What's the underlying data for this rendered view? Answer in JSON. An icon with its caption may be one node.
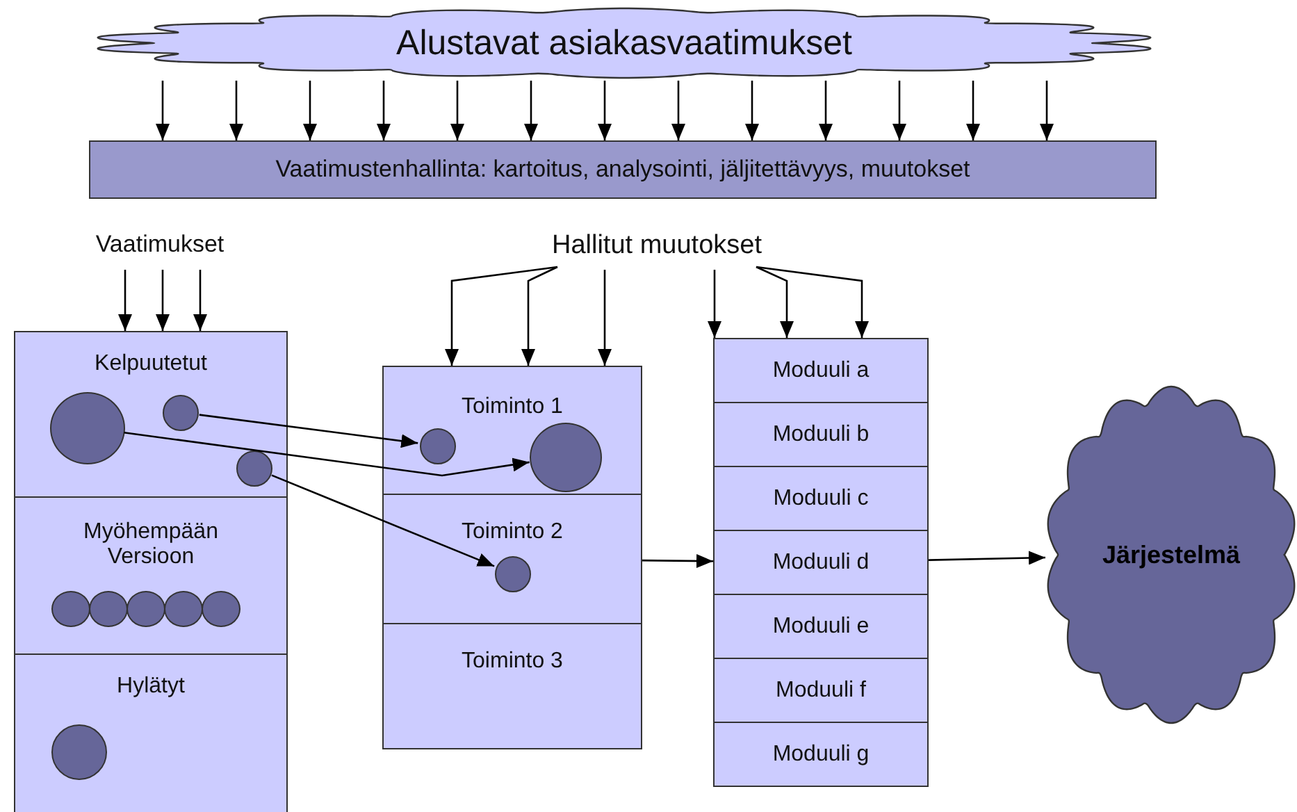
{
  "diagram": {
    "nodes": [
      {
        "text": [
          "Alustavat asiakasvaatimukset"
        ]
      },
      {
        "text": [
          "Vaatimustenhallinta: kartoitus, analysointi, jäljitettävyys, muutokset"
        ]
      },
      {
        "text": [
          "Vaatimukset"
        ]
      },
      {
        "text": [
          "Hallitut muutokset"
        ]
      },
      {
        "text": [
          "Kelpuutetut"
        ]
      },
      {
        "text": [],
        "shape": "circle",
        "in": 4
      },
      {
        "text": [],
        "shape": "circle",
        "in": 4
      },
      {
        "text": [],
        "shape": "circle",
        "in": 4
      },
      {
        "text": [
          "Myöhempään Versioon"
        ]
      },
      {
        "text": [],
        "shape": "circle",
        "in": 8
      },
      {
        "text": [],
        "shape": "circle",
        "in": 8
      },
      {
        "text": [],
        "shape": "circle",
        "in": 8
      },
      {
        "text": [],
        "shape": "circle",
        "in": 8
      },
      {
        "text": [],
        "shape": "circle",
        "in": 8
      },
      {
        "text": [
          "Hylätyt"
        ]
      },
      {
        "text": [],
        "shape": "circle",
        "in": 14
      },
      {
        "text": [
          "Toiminto 1"
        ]
      },
      {
        "text": [],
        "shape": "circle",
        "in": 16
      },
      {
        "text": [],
        "shape": "circle",
        "in": 16
      },
      {
        "text": [
          "Toiminto 2"
        ]
      },
      {
        "text": [],
        "shape": "circle",
        "in": 19
      },
      {
        "text": [
          "Toiminto 3"
        ]
      },
      {
        "text": [
          "Moduuli a"
        ]
      },
      {
        "text": [
          "Moduuli b"
        ]
      },
      {
        "text": [
          "Moduuli c"
        ]
      },
      {
        "text": [
          "Moduuli d"
        ]
      },
      {
        "text": [
          "Moduuli e"
        ]
      },
      {
        "text": [
          "Moduuli f"
        ]
      },
      {
        "text": [
          "Moduuli g"
        ]
      },
      {
        "text": [
          "Järjestelmä"
        ]
      }
    ],
    "edges": [
      {
        "from": 0,
        "to": 1,
        "arrow": "to"
      },
      {
        "from": 0,
        "to": 1,
        "arrow": "to"
      },
      {
        "from": 0,
        "to": 1,
        "arrow": "to"
      },
      {
        "from": 0,
        "to": 1,
        "arrow": "to"
      },
      {
        "from": 0,
        "to": 1,
        "arrow": "to"
      },
      {
        "from": 0,
        "to": 1,
        "arrow": "to"
      },
      {
        "from": 0,
        "to": 1,
        "arrow": "to"
      },
      {
        "from": 0,
        "to": 1,
        "arrow": "to"
      },
      {
        "from": 0,
        "to": 1,
        "arrow": "to"
      },
      {
        "from": 0,
        "to": 1,
        "arrow": "to"
      },
      {
        "from": 0,
        "to": 1,
        "arrow": "to"
      },
      {
        "from": 0,
        "to": 1,
        "arrow": "to"
      },
      {
        "from": 0,
        "to": 1,
        "arrow": "to"
      },
      {
        "from": 2,
        "to": 4,
        "arrow": "to"
      },
      {
        "from": 2,
        "to": 4,
        "arrow": "to"
      },
      {
        "from": 2,
        "to": 4,
        "arrow": "to"
      },
      {
        "from": 3,
        "to": 16,
        "arrow": "to"
      },
      {
        "from": 3,
        "to": 16,
        "arrow": "to"
      },
      {
        "from": 3,
        "to": 16,
        "arrow": "to"
      },
      {
        "from": 3,
        "to": 22,
        "arrow": "to"
      },
      {
        "from": 3,
        "to": 22,
        "arrow": "to"
      },
      {
        "from": 3,
        "to": 22,
        "arrow": "to"
      },
      {
        "from": 5,
        "to": 18,
        "arrow": "to"
      },
      {
        "from": 6,
        "to": 17,
        "arrow": "to"
      },
      {
        "from": 7,
        "to": 20,
        "arrow": "to"
      },
      {
        "from": 19,
        "to": 25,
        "arrow": "to"
      },
      {
        "from": 25,
        "to": 29,
        "arrow": "to"
      }
    ]
  }
}
